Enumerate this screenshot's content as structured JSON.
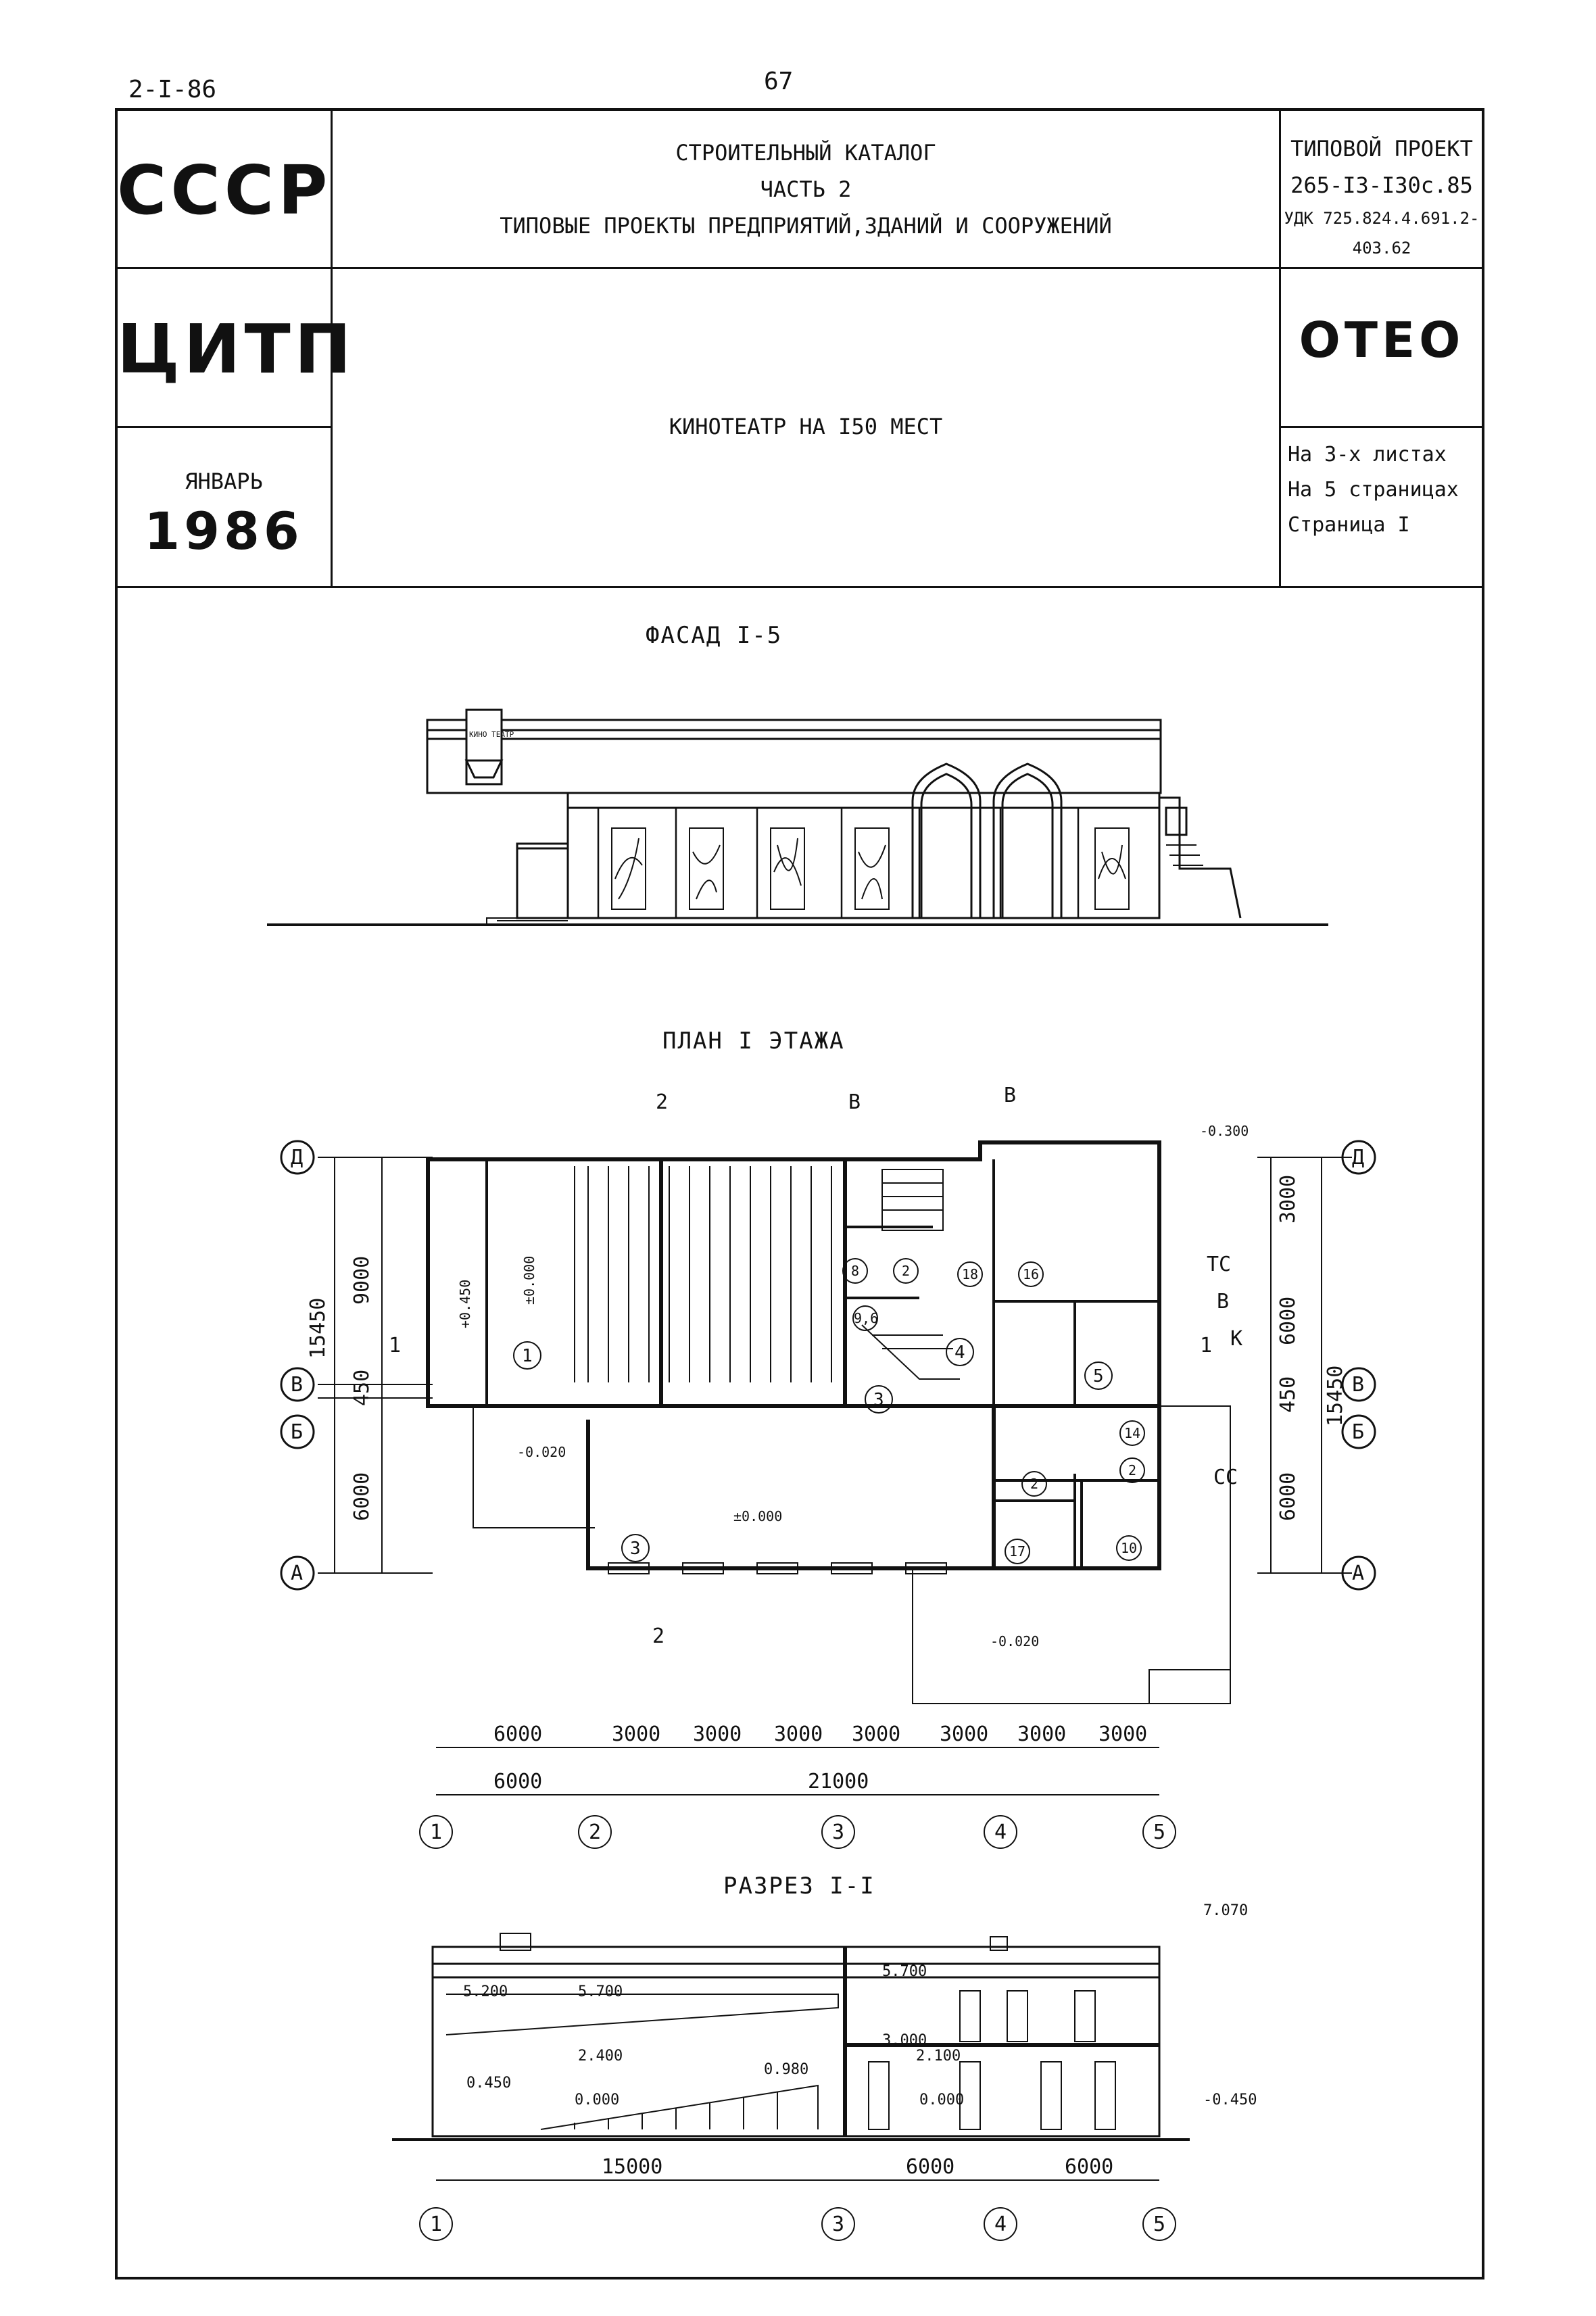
{
  "page": {
    "code": "2-I-86",
    "number": "67"
  },
  "title_block": {
    "org1": "СССР",
    "org2": "ЦИТП",
    "month": "ЯНВАРЬ",
    "year": "1986",
    "catalog_line1": "СТРОИТЕЛЬНЫЙ КАТАЛОГ",
    "catalog_line2": "ЧАСТЬ  2",
    "catalog_line3": "ТИПОВЫЕ ПРОЕКТЫ ПРЕДПРИЯТИЙ,ЗДАНИЙ И СООРУЖЕНИЙ",
    "project_label": "ТИПОВОЙ ПРОЕКТ",
    "project_number": "265-I3-I30с.85",
    "udk": "УДК 725.824.4.691.2-403.62",
    "object_title": "КИНОТЕАТР НА I50 МЕСТ",
    "section_code": "ОТЕО",
    "sheets": "На 3-х листах",
    "pages": "На 5 страницах",
    "page_no": "Страница I"
  },
  "drawings": {
    "facade_title": "ФАСАД  I-5",
    "facade_sign": "КИНО ТЕАТР",
    "plan_title": "ПЛАН I ЭТАЖА",
    "section_title": "РАЗРЕЗ  I-I"
  },
  "plan": {
    "axes_rows": [
      "Д",
      "В",
      "Б",
      "А"
    ],
    "axes_cols": [
      "1",
      "2",
      "3",
      "4",
      "5"
    ],
    "dims_left": [
      "15450",
      "9000",
      "450",
      "6000"
    ],
    "dims_right": [
      "3000",
      "6000",
      "15450",
      "450",
      "6000"
    ],
    "dims_bottom_top": [
      "6000",
      "3000",
      "3000",
      "3000",
      "3000",
      "3000",
      "3000",
      "3000"
    ],
    "dims_bottom_main": [
      "6000",
      "21000"
    ],
    "cut_marks": [
      "2",
      "2",
      "В",
      "В",
      "1",
      "1"
    ],
    "arrows": [
      "ТС",
      "В",
      "К",
      "СС"
    ],
    "elevations": [
      "-0.300",
      "+0.450",
      "±0.000",
      "-0.020",
      "±0.000",
      "-0.020"
    ],
    "room_numbers": [
      "1",
      "3",
      "3",
      "4",
      "5",
      "8",
      "2",
      "18",
      "16",
      "9,6",
      "14",
      "2",
      "2",
      "17",
      "10"
    ]
  },
  "section": {
    "elevations": [
      "7.070",
      "5.200",
      "5.700",
      "5.700",
      "3.000",
      "2.400",
      "2.100",
      "0.980",
      "0.450",
      "0.000",
      "0.000",
      "-0.450"
    ],
    "dims": [
      "15000",
      "6000",
      "6000"
    ],
    "axes": [
      "1",
      "3",
      "4",
      "5"
    ]
  },
  "colors": {
    "ink": "#111111",
    "paper": "#ffffff"
  }
}
